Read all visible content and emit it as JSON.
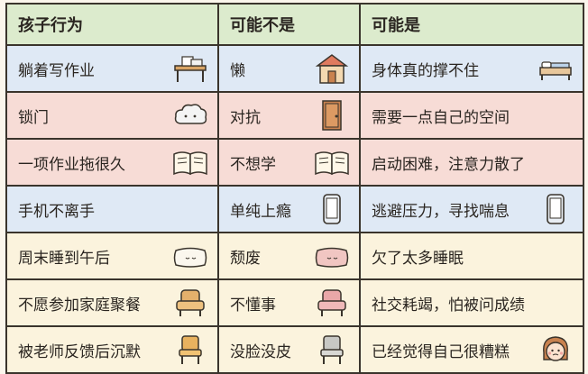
{
  "header": {
    "col1": "孩子行为",
    "col2": "可能不是",
    "col3": "可能是"
  },
  "rows": [
    {
      "behavior": "躺着写作业",
      "not": "懒",
      "is": "身体真的撑不住",
      "icons": [
        "desk-icon",
        "house-icon",
        "bed-icon"
      ]
    },
    {
      "behavior": "锁门",
      "not": "对抗",
      "is": "需要一点自己的空间",
      "icons": [
        "cloud-icon",
        "door-icon",
        ""
      ]
    },
    {
      "behavior": "一项作业拖很久",
      "not": "不想学",
      "is": "启动困难，注意力散了",
      "icons": [
        "open-book-icon",
        "open-book-icon",
        ""
      ]
    },
    {
      "behavior": "手机不离手",
      "not": "单纯上瘾",
      "is": "逃避压力，寻找喘息",
      "icons": [
        "",
        "phone-icon",
        "phone-icon"
      ]
    },
    {
      "behavior": "周末睡到午后",
      "not": "颓废",
      "is": "欠了太多睡眠",
      "icons": [
        "pillow-icon",
        "pillow-icon",
        ""
      ]
    },
    {
      "behavior": "不愿参加家庭聚餐",
      "not": "不懂事",
      "is": "社交耗竭，怕被问成绩",
      "icons": [
        "armchair-icon",
        "armchair-icon",
        ""
      ]
    },
    {
      "behavior": "被老师反馈后沉默",
      "not": "没脸没皮",
      "is": "已经觉得自己很糟糕",
      "icons": [
        "chair-icon",
        "chair-icon",
        "girl-face-icon"
      ]
    }
  ],
  "colors": {
    "header": "#dcebcd",
    "blue": "#dfe9f5",
    "red": "#f7dcd6",
    "cream": "#fbf3dd",
    "line": "#3a342c"
  }
}
